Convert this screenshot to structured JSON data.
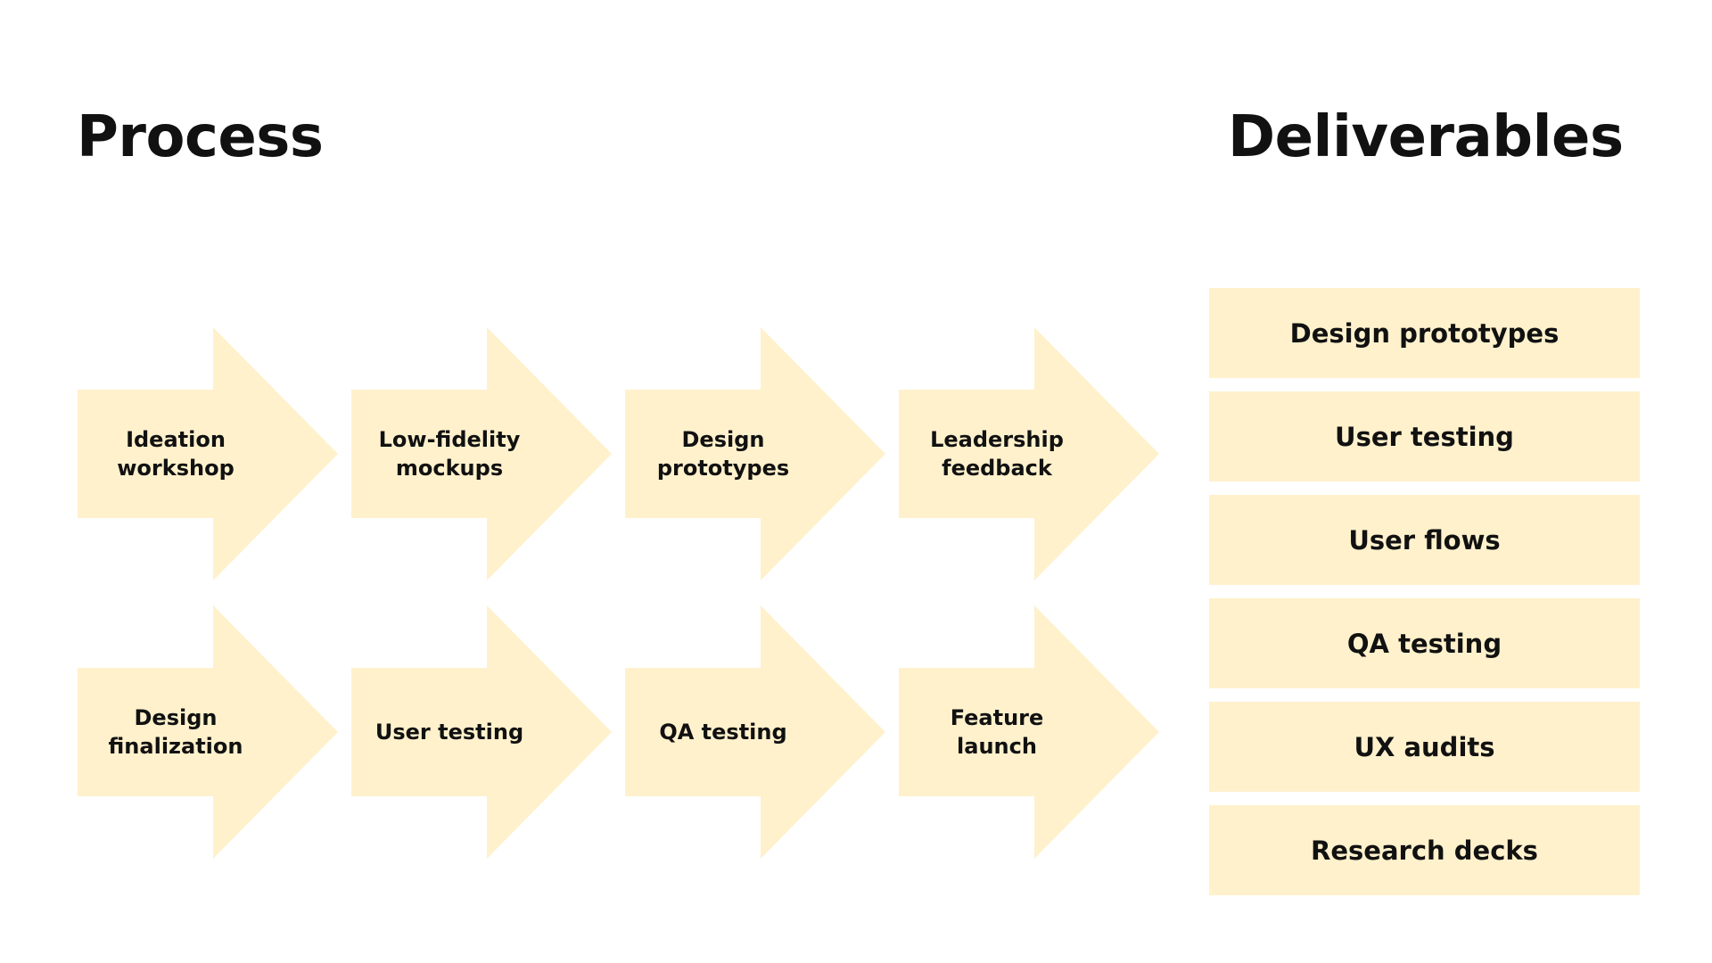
{
  "colors": {
    "shape_fill": "#fff1cc",
    "text": "#111111",
    "background": "#ffffff"
  },
  "process": {
    "title": "Process",
    "steps": [
      "Ideation\nworkshop",
      "Low-fidelity\nmockups",
      "Design\nprototypes",
      "Leadership\nfeedback",
      "Design\nfinalization",
      "User testing",
      "QA testing",
      "Feature\nlaunch"
    ]
  },
  "deliverables": {
    "title": "Deliverables",
    "items": [
      "Design prototypes",
      "User testing",
      "User flows",
      "QA testing",
      "UX audits",
      "Research decks"
    ]
  }
}
